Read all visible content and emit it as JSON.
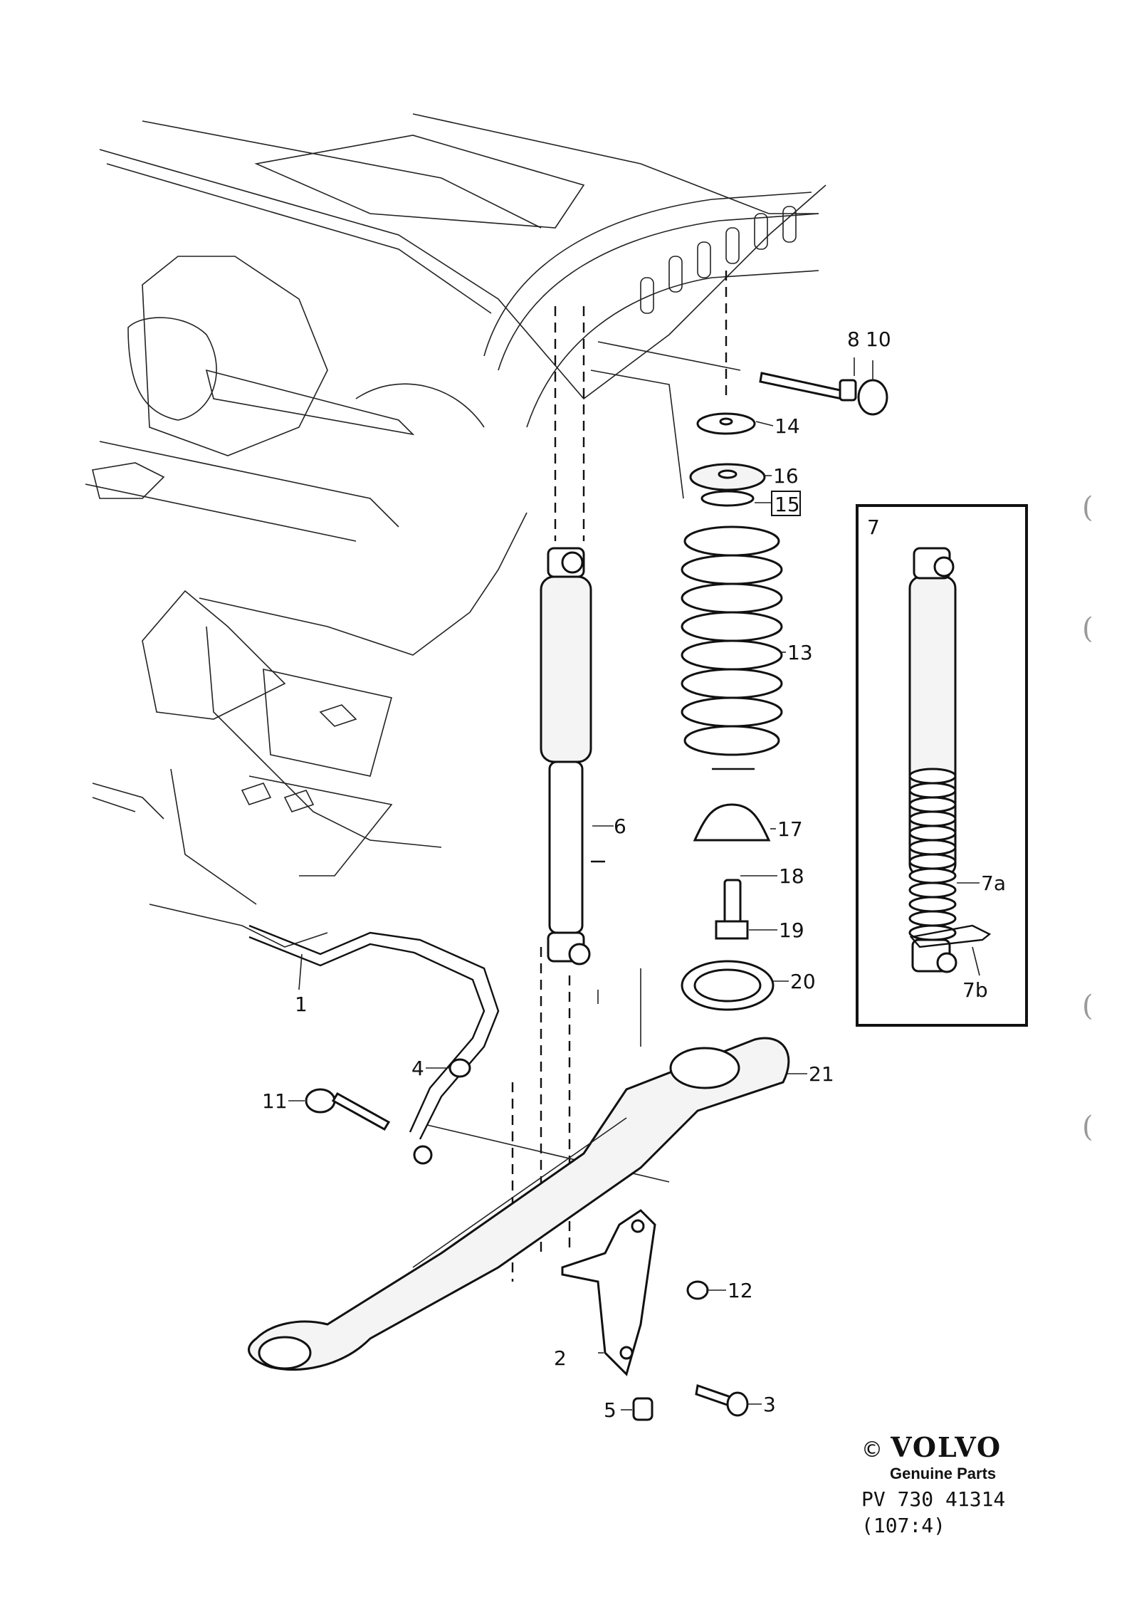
{
  "callouts": [
    {
      "id": "1",
      "text": "1"
    },
    {
      "id": "2",
      "text": "2"
    },
    {
      "id": "3",
      "text": "3"
    },
    {
      "id": "4",
      "text": "4"
    },
    {
      "id": "5",
      "text": "5"
    },
    {
      "id": "6",
      "text": "6"
    },
    {
      "id": "8",
      "text": "8"
    },
    {
      "id": "10",
      "text": "10"
    },
    {
      "id": "11",
      "text": "11"
    },
    {
      "id": "12",
      "text": "12"
    },
    {
      "id": "13",
      "text": "13"
    },
    {
      "id": "14",
      "text": "14"
    },
    {
      "id": "15",
      "text": "15"
    },
    {
      "id": "16",
      "text": "16"
    },
    {
      "id": "17",
      "text": "17"
    },
    {
      "id": "18",
      "text": "18"
    },
    {
      "id": "19",
      "text": "19"
    },
    {
      "id": "20",
      "text": "20"
    },
    {
      "id": "21",
      "text": "21"
    }
  ],
  "inset": {
    "number": "7",
    "labels": {
      "a": "7a",
      "b": "7b"
    }
  },
  "brand": {
    "copyright": "©",
    "name": "VOLVO",
    "tagline": "Genuine Parts",
    "part_number": "PV  730  41314",
    "reference": "(107:4)"
  },
  "margin_marks": [
    "(",
    "(",
    "(",
    "("
  ]
}
